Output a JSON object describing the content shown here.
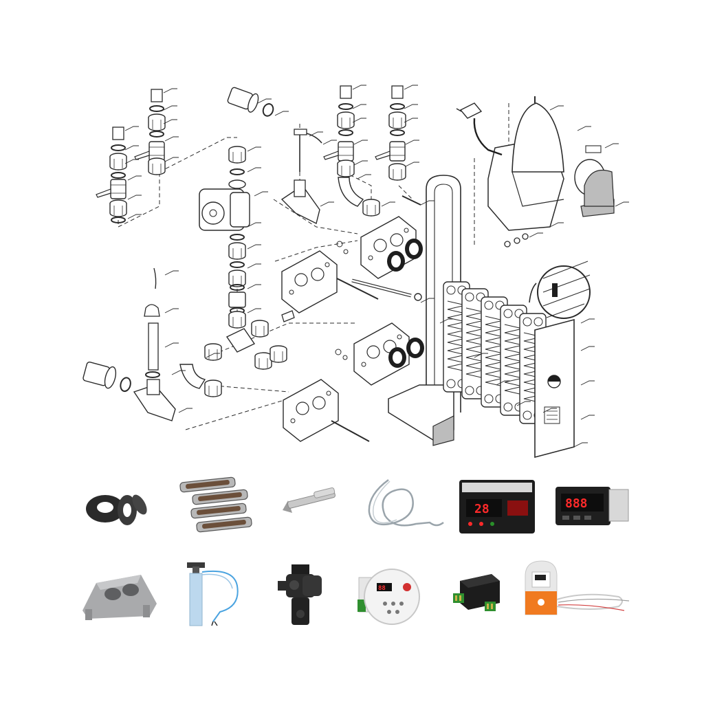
{
  "diagram": {
    "leader_count": 60,
    "colors": {
      "line": "#2a2a2a",
      "shade": "#bcbcbc",
      "paper": "#ffffff"
    }
  },
  "spare_parts": [
    {
      "id": "gaskets",
      "icon": "gasket-rings-icon"
    },
    {
      "id": "plates",
      "icon": "exchanger-plates-icon"
    },
    {
      "id": "tie-rod",
      "icon": "tie-rod-bolt-icon"
    },
    {
      "id": "cable",
      "icon": "sensor-cable-icon"
    },
    {
      "id": "controller-a",
      "icon": "digital-controller-icon",
      "display": "28"
    },
    {
      "id": "controller-b",
      "icon": "digital-thermostat-icon",
      "display": "888"
    },
    {
      "id": "end-block",
      "icon": "end-block-icon"
    },
    {
      "id": "sensor-probe",
      "icon": "sensor-probe-icon"
    },
    {
      "id": "pump",
      "icon": "circulation-pump-icon"
    },
    {
      "id": "round-controller",
      "icon": "round-controller-icon"
    },
    {
      "id": "relay",
      "icon": "relay-module-icon"
    },
    {
      "id": "dosing-unit",
      "icon": "dosing-controller-icon"
    }
  ],
  "colors": {
    "lcd_red": "#ff2a2a",
    "controller_body": "#1c1c1c",
    "pump_body": "#2b2b2b",
    "relay_green": "#2f8f2f",
    "orange_accent": "#f07a20",
    "grey_part": "#a9aaac",
    "light_blue_tube": "#bcd8ee"
  }
}
